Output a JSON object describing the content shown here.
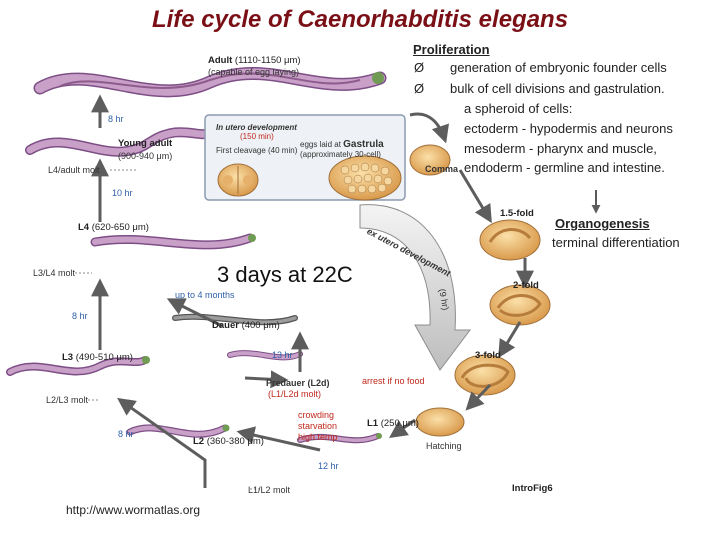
{
  "title": "Life cycle of Caenorhabditis elegans",
  "proliferation": {
    "heading": "Proliferation",
    "bullet_glyph": "Ø",
    "line1": "generation of embryonic founder cells",
    "line2": "bulk of cell divisions and gastrulation.",
    "line3": "a spheroid of cells:",
    "line4": "ectoderm - hypodermis and neurons",
    "line5": "mesoderm - pharynx and muscle,",
    "line6_prefix": "Comma",
    "line6": "endoderm -  germline and intestine."
  },
  "organogenesis": {
    "heading": "Organogenesis",
    "sub": "terminal differentiation"
  },
  "center_text": "3 days at 22C",
  "url": "http://www.wormatlas.org",
  "fig_label": "IntroFig6",
  "stages": {
    "adult_title": "Adult",
    "adult_size": "(1110-1150 μm)",
    "adult_note": "(capable of egg laying)",
    "young_adult_title": "Young adult",
    "young_adult_size": "(900-940 μm)",
    "l4": "L4",
    "l4_size": "(620-650 μm)",
    "l3": "L3",
    "l3_size": "(490-510 μm)",
    "l2": "L2",
    "l2_size": "(360-380 μm)",
    "l1": "L1",
    "l1_size": "(250 μm)",
    "dauer": "Dauer",
    "dauer_size": "(400 μm)",
    "predauer": "Predauer (L2d)",
    "predauer_note": "(L1/L2d molt)"
  },
  "molts": {
    "l4_adult": "L4/adult molt",
    "l3_l4": "L3/L4 molt",
    "l2_l3": "L2/L3 molt",
    "l1_l2": "L1/L2 molt"
  },
  "times": {
    "t8a": "8 hr",
    "t10": "10 hr",
    "t8b": "8 hr",
    "t8c": "8 hr",
    "t12": "12 hr",
    "t13": "13 hr",
    "up_to": "up to 4 months"
  },
  "inset": {
    "in_utero": "In utero development",
    "in_utero_time": "(150 min)",
    "first_cleavage": "First cleavage (40  min)",
    "eggs_laid": "eggs laid at",
    "gastrula": "Gastrula",
    "approx": "(approximately 30-cell)"
  },
  "embryo": {
    "ex_utero": "ex utero development",
    "ex_utero_time": "(9 hr)",
    "fold15": "1.5-fold",
    "fold2": "2-fold",
    "fold3": "3-fold",
    "hatching": "Hatching"
  },
  "conditions": {
    "arrest": "arrest if no food",
    "crowding": "crowding",
    "starvation": "starvation",
    "high_temp": "high temp"
  },
  "colors": {
    "title": "#7a0f16",
    "worm_body": "#c9a0c8",
    "worm_outline": "#7d4f86",
    "worm_head": "#6f9b52",
    "arrow": "#5d5d5d",
    "red_text": "#c0281c",
    "blue_text": "#2f5fa8",
    "embryo": "#f0c27b"
  }
}
